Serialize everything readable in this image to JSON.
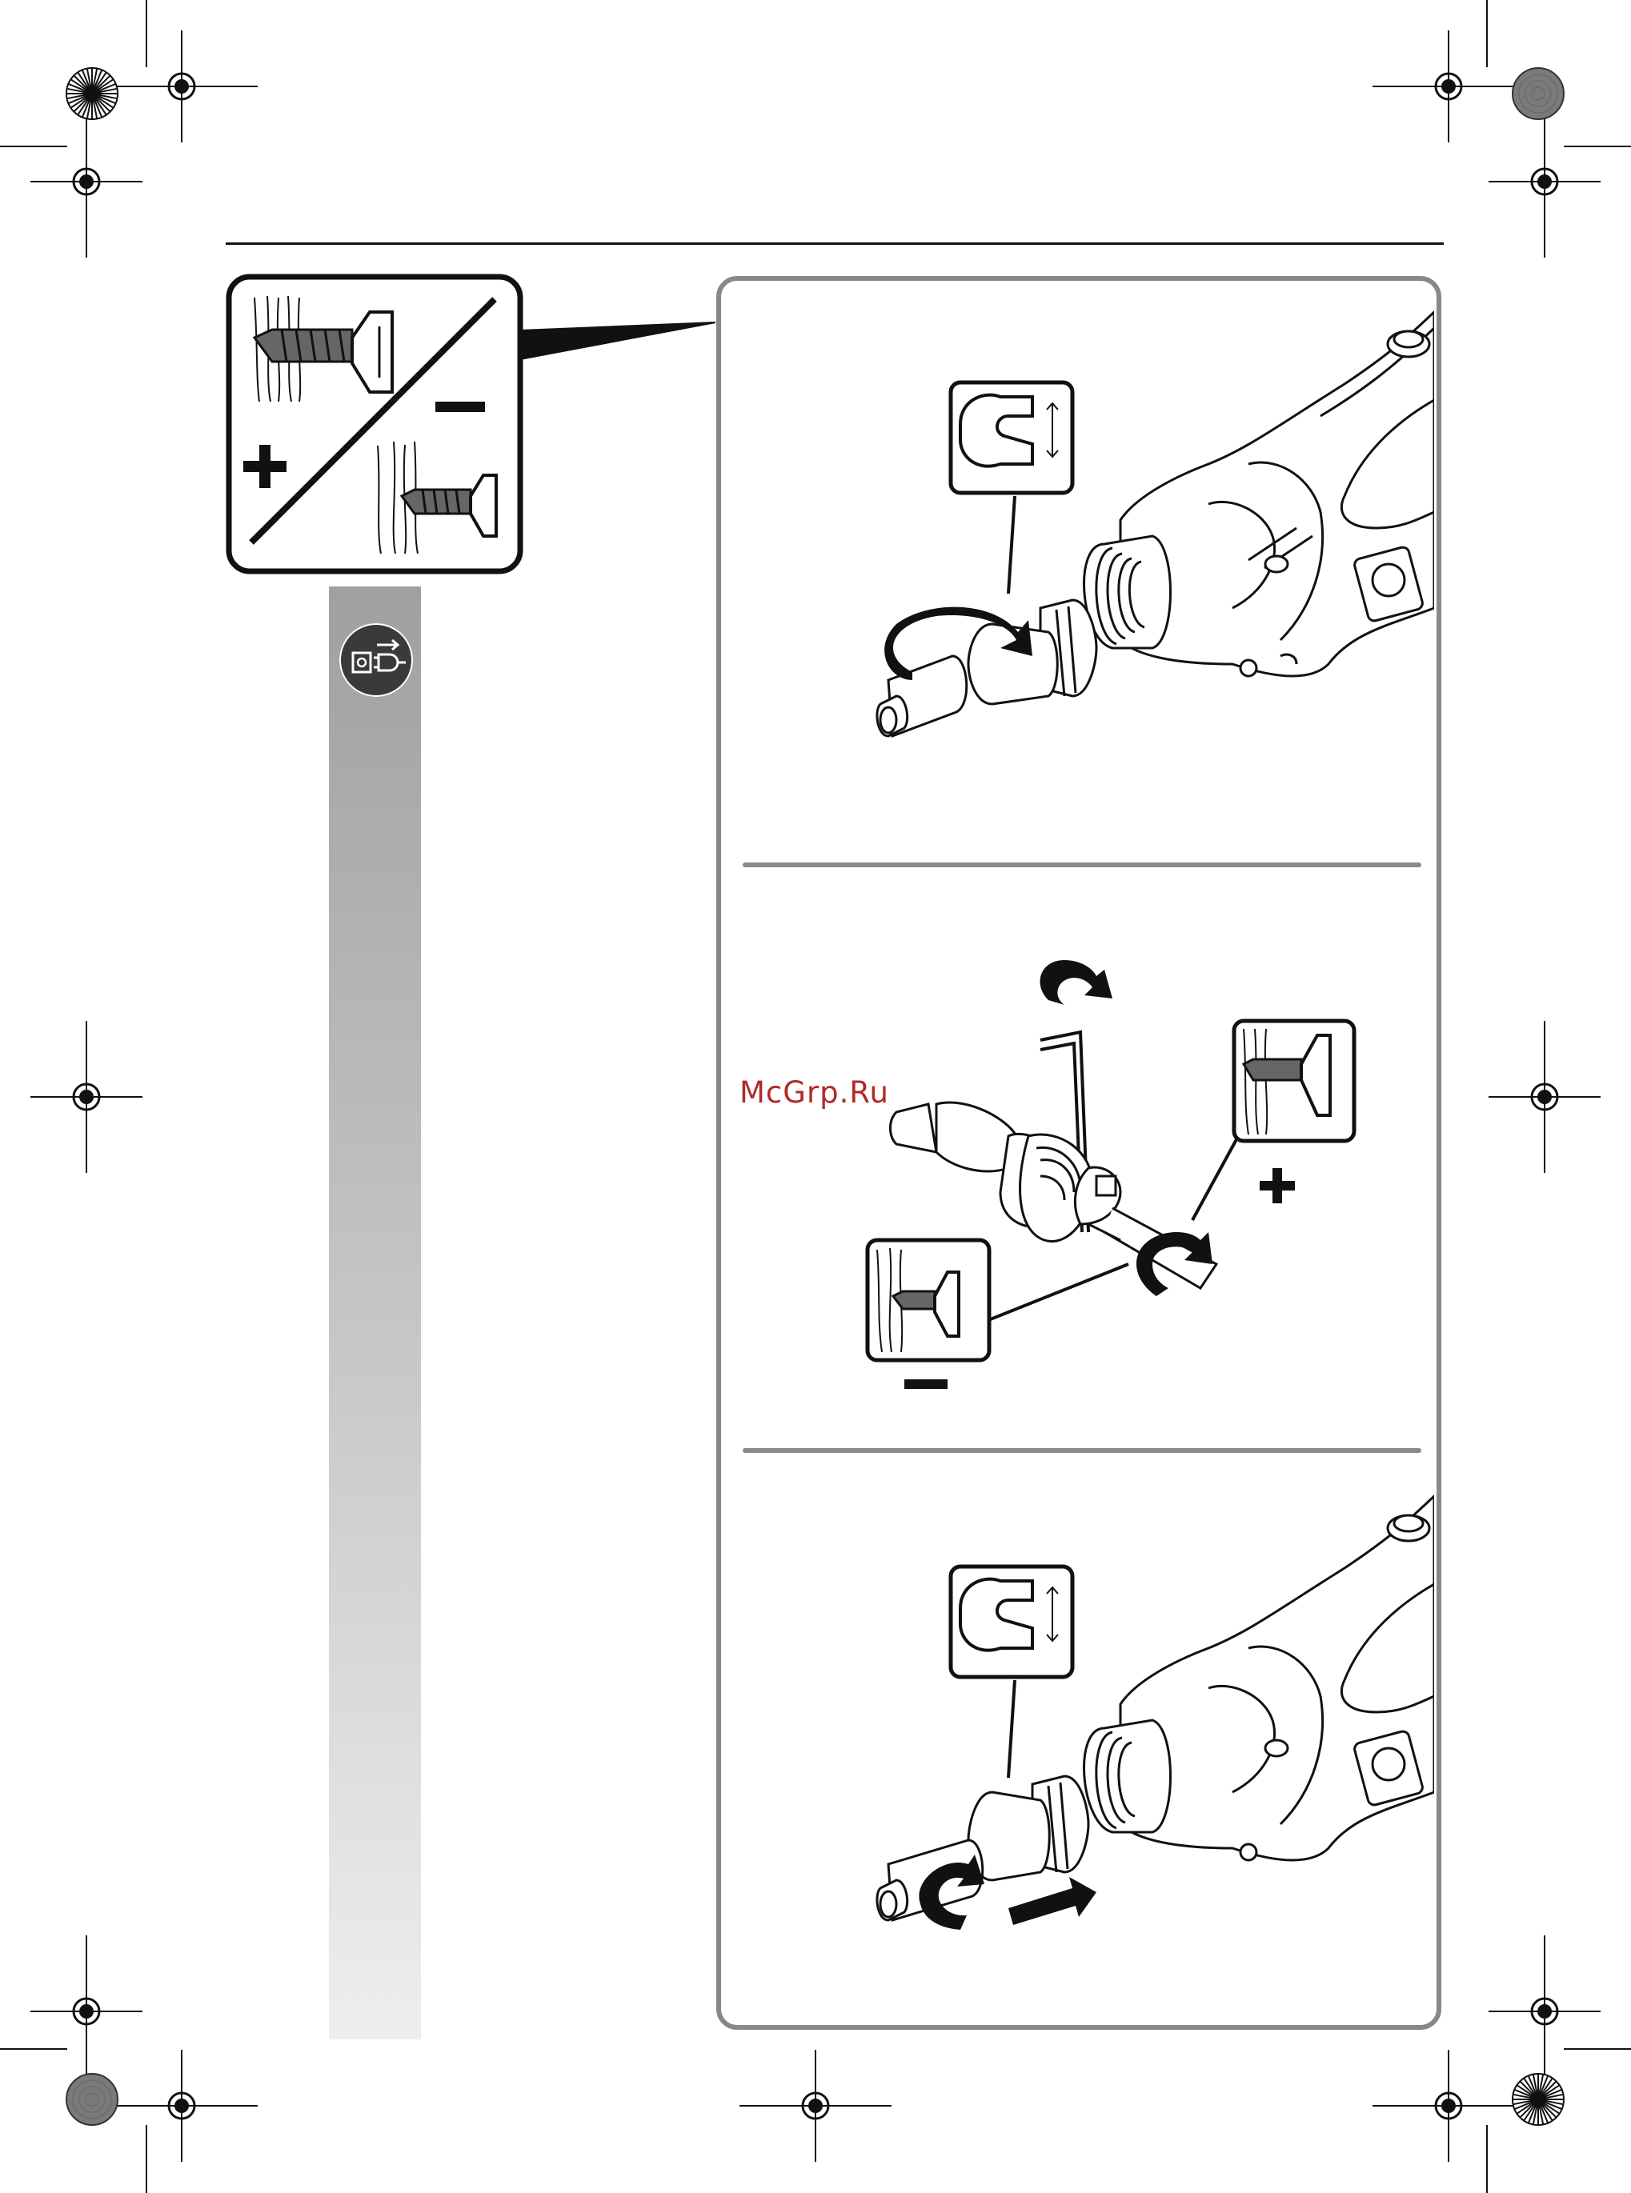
{
  "page": {
    "watermark": "McGrp.Ru"
  },
  "colors": {
    "ink": "#111111",
    "frame": "#888888",
    "divider": "#8a8a8a",
    "watermark": "#b02a2a",
    "gradient_top": "#a0a0a0",
    "gradient_bottom": "#eeeeee",
    "registration_grey": "#777777"
  },
  "icons": {
    "depth_box": "screw-depth-icon",
    "unplug": "unplug-icon",
    "wrench": "open-end-wrench-icon",
    "hex_key": "hex-key-icon",
    "plus": "plus-sign",
    "minus": "minus-sign"
  }
}
